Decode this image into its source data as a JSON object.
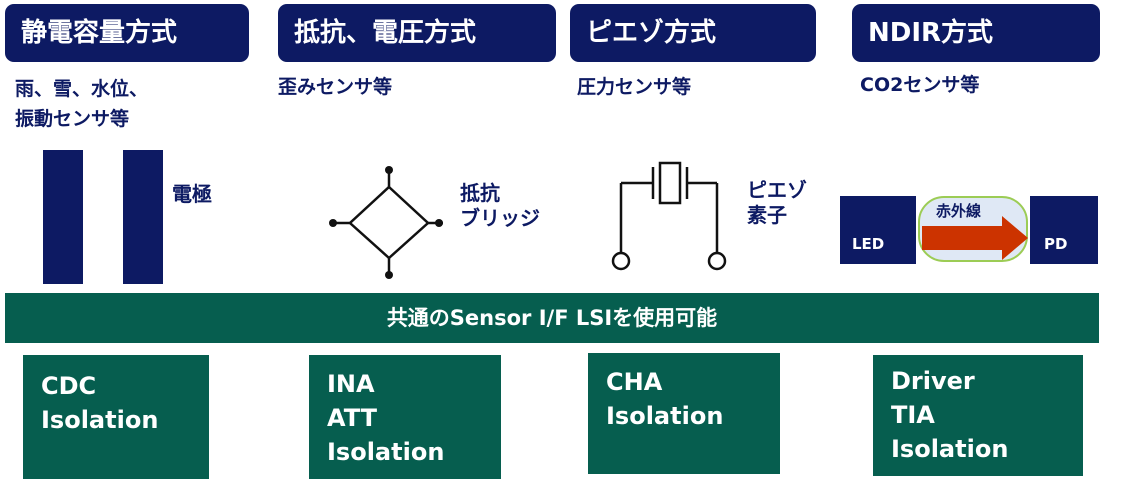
{
  "methods": [
    {
      "title": "静電容量方式",
      "applications": "雨、雪、水位、\n振動センサ等",
      "block": "CDC\nIsolation"
    },
    {
      "title": "抵抗、電圧方式",
      "applications": "歪みセンサ等",
      "block": "INA\nATT\nIsolation"
    },
    {
      "title": "ピエゾ方式",
      "applications": "圧力センサ等",
      "block": "CHA\nIsolation"
    },
    {
      "title": "NDIR方式",
      "applications": "CO2センサ等",
      "block": "Driver\nTIA\nIsolation"
    }
  ],
  "diagrams": {
    "electrode_label": "電極",
    "bridge_label": "抵抗\nブリッジ",
    "piezo_label": "ピエゾ\n素子",
    "led_label": "LED",
    "ir_label": "赤外線",
    "pd_label": "PD"
  },
  "banner": "共通のSensor I/F LSIを使用可能",
  "colors": {
    "navy": "#0d1a63",
    "green": "#065e4f",
    "arrow": "#cc3300",
    "tube": "#dfe8f5",
    "tube_border": "#9ccc55"
  }
}
